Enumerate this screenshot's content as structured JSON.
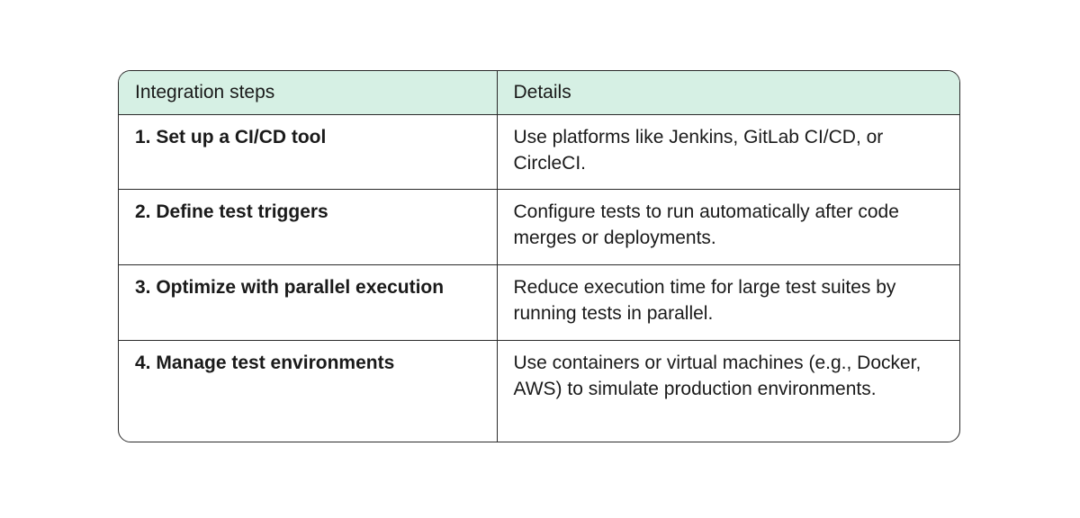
{
  "table": {
    "headers": [
      "Integration steps",
      "Details"
    ],
    "rows": [
      {
        "step": "1. Set up a CI/CD tool",
        "details": "Use platforms like Jenkins, GitLab CI/CD, or CircleCI."
      },
      {
        "step": "2. Define test triggers",
        "details": "Configure tests to run automatically after code merges or deployments."
      },
      {
        "step": "3. Optimize with parallel execution",
        "details": "Reduce execution time for large test suites by running tests in parallel."
      },
      {
        "step": "4. Manage test environments",
        "details": "Use containers or virtual machines (e.g., Docker, AWS) to simulate production environments."
      }
    ],
    "colors": {
      "header_bg": "#d6f0e4",
      "border": "#2a2a2a",
      "text": "#1a1a1a"
    }
  }
}
